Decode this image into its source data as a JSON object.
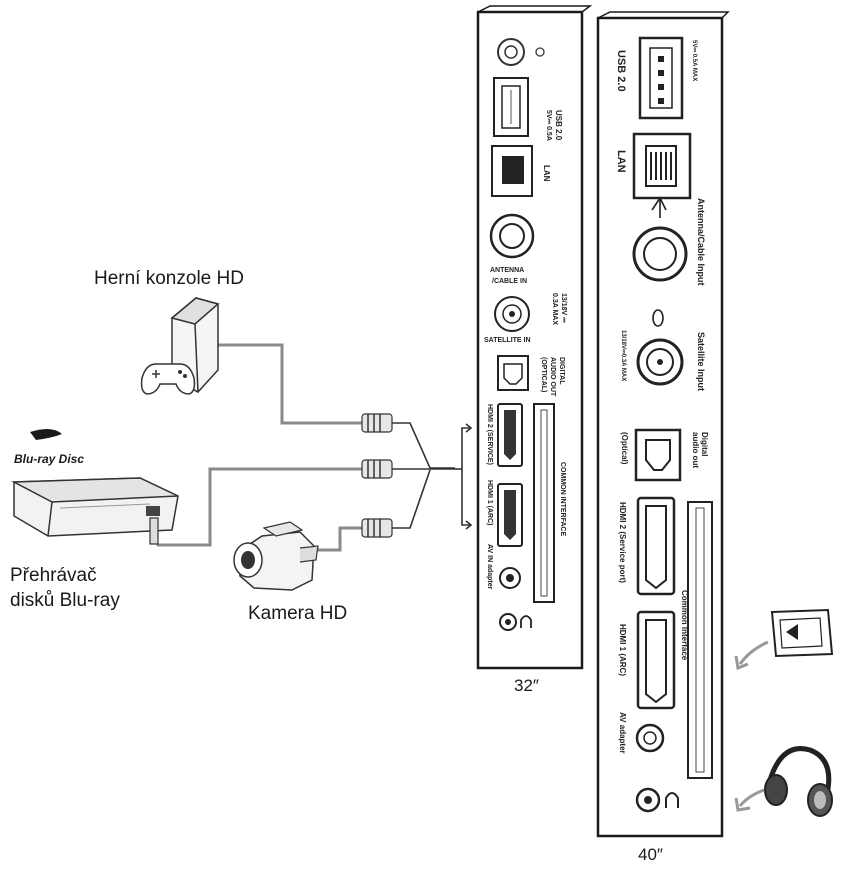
{
  "devices": {
    "game_console": "Herní konzole HD",
    "bluray_line1": "Přehrávač",
    "bluray_line2": "disků Blu-ray",
    "camera": "Kamera HD",
    "bluray_logo": "Blu-ray Disc"
  },
  "panel_32": {
    "size_label": "32″",
    "ports": {
      "usb": "USB 2.0",
      "usb_rating": "5V⎓ 0.5A",
      "lan": "LAN",
      "antenna_l1": "ANTENNA",
      "antenna_l2": "/CABLE IN",
      "satellite": "SATELLITE IN",
      "satellite_rating_l1": "13/18V ⎓",
      "satellite_rating_l2": "0.3A MAX",
      "optical_l1": "DIGITAL",
      "optical_l2": "AUDIO OUT",
      "optical_l3": "(OPTICAL)",
      "hdmi2": "HDMI 2 (SERVICE)",
      "hdmi1": "HDMI 1 (ARC)",
      "common_interface": "COMMON INTERFACE",
      "av_in": "AV IN adapter"
    }
  },
  "panel_40": {
    "size_label": "40″",
    "ports": {
      "usb": "USB 2.0",
      "usb_rating": "5V⎓ 0.5A MAX",
      "lan": "LAN",
      "antenna": "Antenna/Cable Input",
      "satellite": "Satellite Input",
      "satellite_rating": "13/18V⎓0.3A MAX",
      "optical_l1": "Digital",
      "optical_l2": "audio out",
      "optical_l3": "(Optical)",
      "hdmi2": "HDMI 2 (Service port)",
      "common_interface": "Common Interface",
      "hdmi1": "HDMI 1 (ARC)",
      "av_adapter": "AV adapter"
    }
  },
  "icons": [
    "game-console-icon",
    "gamepad-icon",
    "bluray-player-icon",
    "camcorder-icon",
    "ci-card-icon",
    "headphones-icon",
    "headphone-jack-icon",
    "usb-port-icon",
    "lan-port-icon",
    "coax-port-icon",
    "optical-port-icon",
    "hdmi-port-icon",
    "av-jack-icon"
  ]
}
